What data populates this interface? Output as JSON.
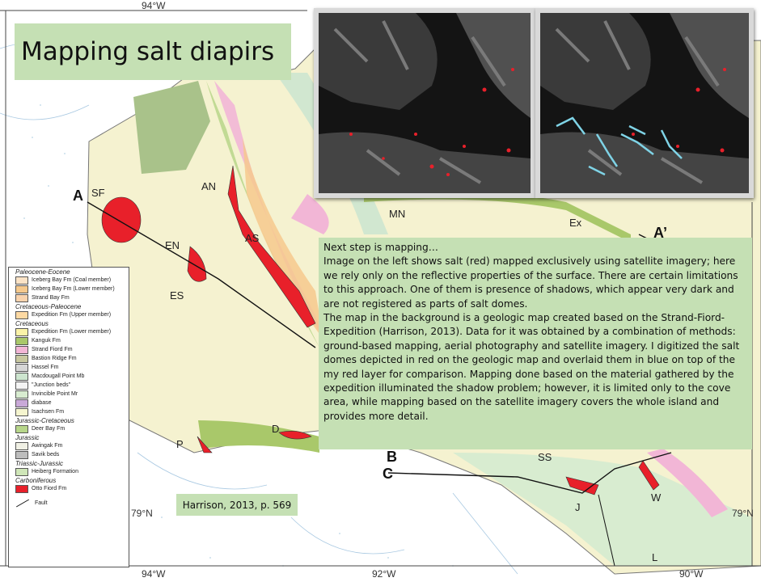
{
  "slide": {
    "title": "Mapping salt diapirs",
    "body": [
      "Next step is mapping…",
      "Image on the left shows salt (red) mapped exclusively using satellite imagery; here we rely only on the reflective properties of the surface. There are certain limitations to this approach. One of them is presence of shadows, which appear very dark and are not registered as parts of salt domes.",
      "The map in the background is a geologic map created based on the Strand-Fiord-Expedition (Harrison, 2013). Data for it was obtained by a combination of methods: ground-based mapping, aerial photography and satellite imagery. I digitized the salt domes depicted in red on the geologic map and overlaid them in blue on top of the my red layer for comparison. Mapping done based on the material gathered by the expedition illuminated the shadow problem; however, it is limited only to the cove area, while mapping based on the satellite imagery covers the whole island and provides more detail."
    ],
    "citation": "Harrison, 2013, p. 569"
  },
  "map": {
    "coords": {
      "top_left": "94°W",
      "bottom_left": "94°W",
      "bottom_mid": "92°W",
      "bottom_right": "90°W",
      "lat_left": "79°N",
      "lat_right": "79°N"
    },
    "section_labels": {
      "a": "A",
      "a_prime": "A’",
      "b": "B",
      "c": "C"
    },
    "site_labels": {
      "sf": "SF",
      "an": "AN",
      "as": "AS",
      "en": "EN",
      "es": "ES",
      "d": "D",
      "p": "P",
      "mn": "MN",
      "ex": "Ex",
      "ss": "SS",
      "w": "W",
      "j": "J",
      "l": "L"
    },
    "colors": {
      "salt": "#e8202a",
      "salt_overlay": "#7fd3e6",
      "panel_green": "#c5e0b4"
    }
  },
  "legend": {
    "groups": [
      {
        "heading": "Paleocene-Eocene",
        "items": [
          {
            "label": "Iceberg Bay Fm (Coal member)",
            "color": "#fbe3c6"
          },
          {
            "label": "Iceberg Bay Fm (Lower member)",
            "color": "#f6c98d"
          },
          {
            "label": "Strand Bay Fm",
            "color": "#f9d3ad"
          }
        ]
      },
      {
        "heading": "Cretaceous-Paleocene",
        "items": [
          {
            "label": "Expedition Fm (Upper member)",
            "color": "#fdd9a3"
          }
        ]
      },
      {
        "heading": "Cretaceous",
        "items": [
          {
            "label": "Expedition Fm (Lower member)",
            "color": "#fbf3a8"
          },
          {
            "label": "Kanguk Fm",
            "color": "#a9c86a"
          },
          {
            "label": "Strand Fiord Fm",
            "color": "#f2b6d6"
          },
          {
            "label": "Bastion Ridge Fm",
            "color": "#c8c8a0"
          },
          {
            "label": "Hassel Fm",
            "color": "#d6d6d6"
          },
          {
            "label": "Macdougall Point Mb",
            "color": "#cde5cf"
          },
          {
            "label": "\"Junction beds\"",
            "color": "#f4f4f4"
          },
          {
            "label": "Invincible Point Mr",
            "color": "#d8ecd0"
          },
          {
            "label": "diabase",
            "color": "#c9a9d8"
          },
          {
            "label": "Isachsen Fm",
            "color": "#f5f5cf"
          }
        ]
      },
      {
        "heading": "Jurassic-Cretaceous",
        "items": [
          {
            "label": "Deer Bay Fm",
            "color": "#b7d68a"
          }
        ]
      },
      {
        "heading": "Jurassic",
        "items": [
          {
            "label": "Awingak Fm",
            "color": "#f0f0e4"
          },
          {
            "label": "Savik beds",
            "color": "#bdbdbd"
          }
        ]
      },
      {
        "heading": "Triassic-Jurassic",
        "items": [
          {
            "label": "Heiberg Formation",
            "color": "#cfe6b8"
          }
        ]
      },
      {
        "heading": "Carboniferous",
        "items": [
          {
            "label": "Otto Fiord Fm",
            "color": "#e8202a"
          }
        ]
      }
    ],
    "fault_label": "Fault"
  }
}
